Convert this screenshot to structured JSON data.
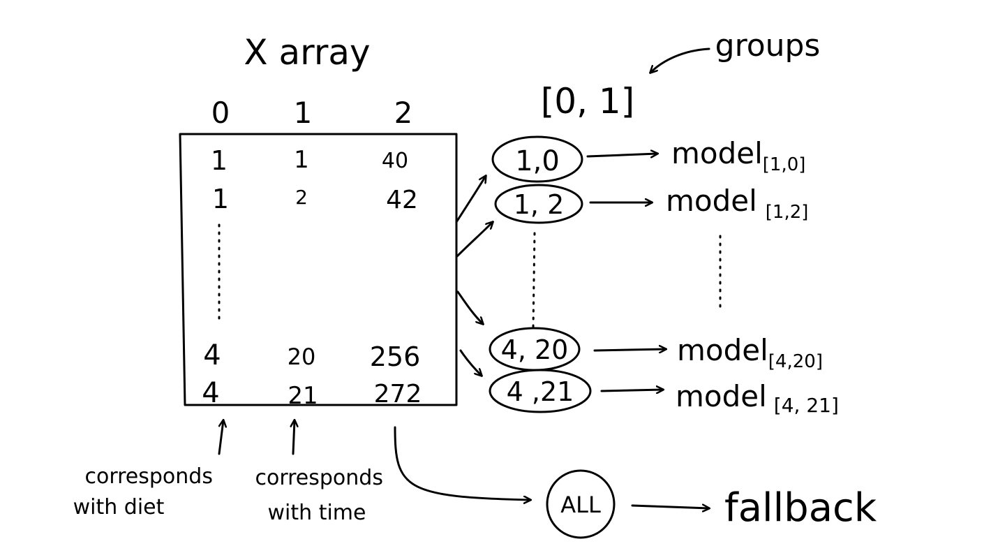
{
  "title": "X array",
  "columns": [
    "0",
    "1",
    "2"
  ],
  "rows": [
    [
      "1",
      "1",
      "40"
    ],
    [
      "1",
      "2",
      "42"
    ],
    [
      "4",
      "20",
      "256"
    ],
    [
      "4",
      "21",
      "272"
    ]
  ],
  "col_notes": [
    "corresponds\nwith diet",
    "corresponds\nwith time"
  ],
  "groups_label": "groups",
  "groups_value": "[0, 1]",
  "group_keys": [
    "1,0",
    "1, 2",
    "4, 20",
    "4 ,21"
  ],
  "model_name": "model",
  "model_subscripts": [
    "[1,0]",
    "[1,2]",
    "[4,20]",
    "[4, 21]"
  ],
  "all_label": "ALL",
  "fallback_label": "fallback"
}
